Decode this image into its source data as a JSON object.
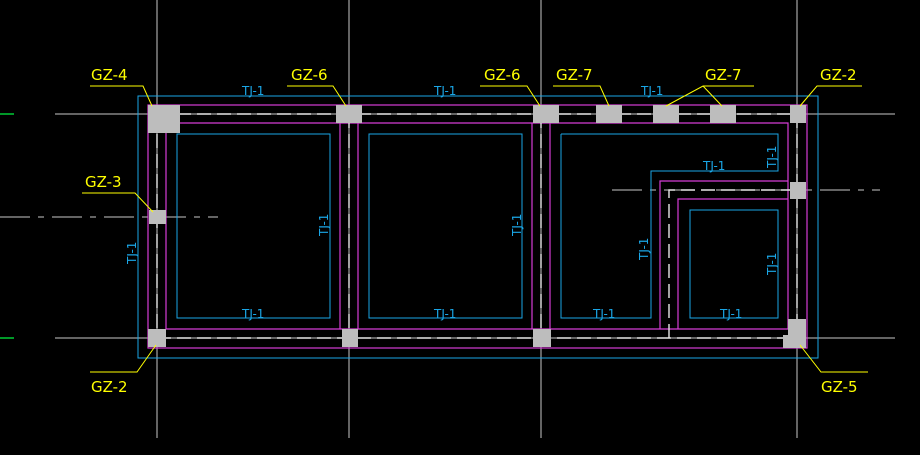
{
  "colors": {
    "background": "#000000",
    "axis": "#c8c8c8",
    "grid_marker": "#00ff44",
    "outline": "#1aa6e6",
    "wall": "#d63cd6",
    "column": "#bdbdbd",
    "label": "#ffff00",
    "leader": "#ffff00",
    "tag": "#1aa6e6"
  },
  "column_labels": {
    "gz4": "GZ-4",
    "gz6_a": "GZ-6",
    "gz6_b": "GZ-6",
    "gz7_a": "GZ-7",
    "gz7_b": "GZ-7",
    "gz2_top": "GZ-2",
    "gz3": "GZ-3",
    "gz2_bottom": "GZ-2",
    "gz5": "GZ-5"
  },
  "beam_tags": {
    "top_1": "TJ-1",
    "top_2": "TJ-1",
    "top_3": "TJ-1",
    "right_top": "TJ-1",
    "inner_horizontal": "TJ-1",
    "left": "TJ-1",
    "mid_1": "TJ-1",
    "mid_2": "TJ-1",
    "room3_vertical": "TJ-1",
    "right_room4": "TJ-1",
    "bottom_1": "TJ-1",
    "bottom_2": "TJ-1",
    "bottom_3": "TJ-1",
    "bottom_4": "TJ-1"
  }
}
